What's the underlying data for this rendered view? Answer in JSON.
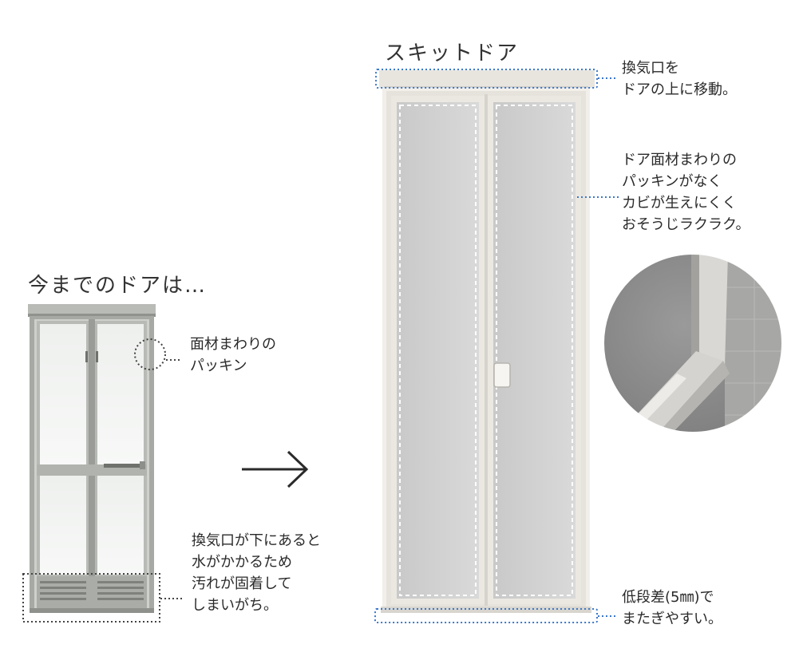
{
  "old_door": {
    "title": "今までのドアは…",
    "note_packing": "面材まわりの\nパッキン",
    "note_vent": "換気口が下にあると\n水がかかるため\n汚れが固着して\nしまいがち。"
  },
  "new_door": {
    "title": "スキットドア",
    "note_vent": "換気口を\nドアの上に移動。",
    "note_packing": "ドア面材まわりの\nパッキンがなく\nカビが生えにくく\nおそうじラクラク。",
    "note_step": "低段差(5㎜)で\nまたぎやすい。"
  },
  "colors": {
    "callout_blue": "#3a78c9",
    "callout_dark": "#444444",
    "panel_dashed": "#ffffff"
  }
}
